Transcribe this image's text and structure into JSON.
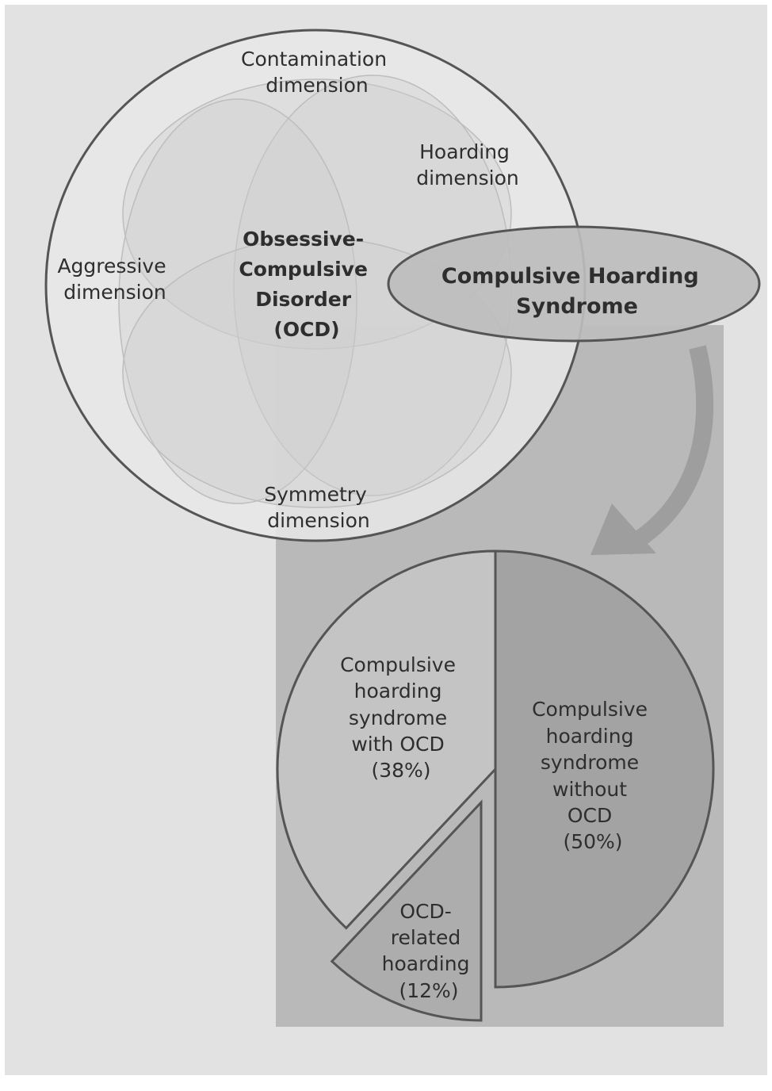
{
  "colors": {
    "background": "#e2e2e2",
    "panel": "#b9b9b9",
    "ocd_circle_fill": "#e8e8e8",
    "ocd_outline": "#555555",
    "dimension_fill": "#d2d2d2",
    "hoarding_ellipse_fill": "#bdbdbd",
    "arrow": "#9e9e9e",
    "slice_with_ocd": "#c4c4c4",
    "slice_without_ocd": "#a3a3a3",
    "slice_ocd_related": "#adadad",
    "text": "#2e2e2e"
  },
  "ocd": {
    "title_lines": [
      "Obsessive-",
      "Compulsive",
      "Disorder",
      "(OCD)"
    ]
  },
  "dimensions": {
    "contamination": [
      "Contamination",
      "dimension"
    ],
    "hoarding": [
      "Hoarding",
      "dimension"
    ],
    "aggressive": [
      "Aggressive",
      "dimension"
    ],
    "symmetry": [
      "Symmetry",
      "dimension"
    ]
  },
  "hoarding_syndrome": {
    "title_lines": [
      "Compulsive Hoarding",
      "Syndrome"
    ]
  },
  "chart_data": {
    "type": "pie",
    "title": "Compulsive Hoarding Syndrome",
    "slices": [
      {
        "name": "Compulsive hoarding syndrome without OCD",
        "value": 50,
        "label_lines": [
          "Compulsive",
          "hoarding",
          "syndrome",
          "without",
          "OCD",
          "(50%)"
        ]
      },
      {
        "name": "OCD-related hoarding",
        "value": 12,
        "label_lines": [
          "OCD-",
          "related",
          "hoarding",
          "(12%)"
        ]
      },
      {
        "name": "Compulsive hoarding syndrome with OCD",
        "value": 38,
        "label_lines": [
          "Compulsive",
          "hoarding",
          "syndrome",
          "with OCD",
          "(38%)"
        ]
      }
    ]
  }
}
